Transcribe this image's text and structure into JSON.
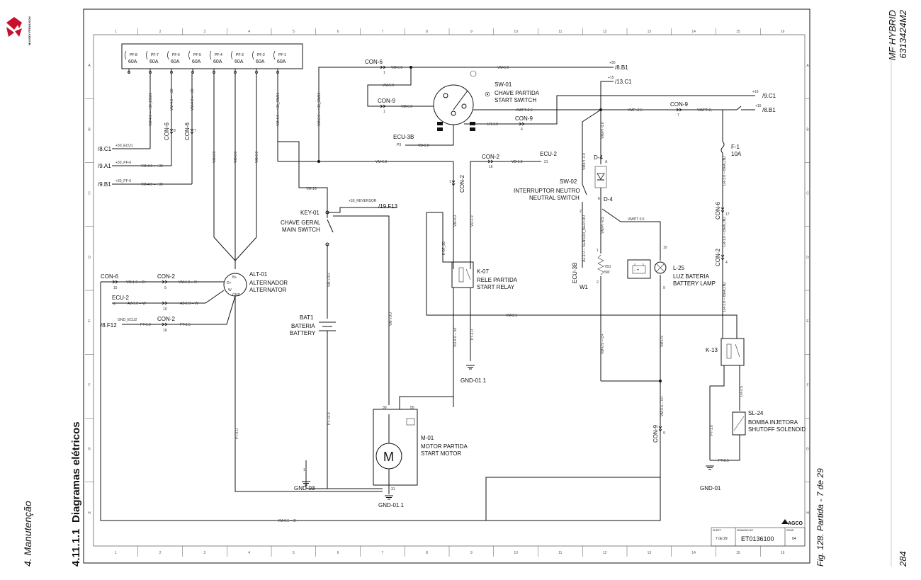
{
  "page": {
    "chapter": "4. Manutenção",
    "section_number": "4.11.1.1",
    "section_title": "Diagramas elétricos",
    "model": "MF HYBRID",
    "part_number": "6313424M2",
    "caption": "Fig. 128.  Partida - 7 de 29",
    "page_number": "284",
    "logo_text": "MASSEY FERGUSON"
  },
  "titleblock": {
    "brand": "AGCO",
    "sheet_label": "SHEET",
    "sheet_value": "7 de 29",
    "drawing_no_label": "DRAWING NO",
    "drawing_no": "ET0136100",
    "issue_label": "ISSUE",
    "issue": "04"
  },
  "grid": {
    "columns": [
      "1",
      "2",
      "3",
      "4",
      "5",
      "6",
      "7",
      "8",
      "9",
      "10",
      "11",
      "12",
      "13",
      "14",
      "15",
      "16"
    ],
    "rows": [
      "A",
      "B",
      "C",
      "D",
      "E",
      "F",
      "G",
      "H"
    ]
  },
  "fuses": [
    {
      "id": "PF-8",
      "rating": "60A"
    },
    {
      "id": "PF-7",
      "rating": "60A"
    },
    {
      "id": "PF-6",
      "rating": "60A"
    },
    {
      "id": "PF-5",
      "rating": "60A"
    },
    {
      "id": "PF-4",
      "rating": "60A"
    },
    {
      "id": "PF-3",
      "rating": "60A"
    },
    {
      "id": "PF-2",
      "rating": "60A"
    },
    {
      "id": "PF-1",
      "rating": "60A"
    }
  ],
  "components": {
    "sw01": {
      "id": "SW-01",
      "name_pt": "CHAVE PARTIDA",
      "name_en": "START SWITCH"
    },
    "ecu3b": {
      "id": "ECU-3B",
      "pin": "P3"
    },
    "ecu2": {
      "id": "ECU-2",
      "pin": "21"
    },
    "key01": {
      "id": "KEY-01",
      "name_pt": "CHAVE GERAL",
      "name_en": "MAIN SWITCH",
      "ref": "+30_REVERSOR",
      "ref_target": "/19.F13"
    },
    "alt01": {
      "id": "ALT-01",
      "name_pt": "ALTERNADOR",
      "name_en": "ALTERNATOR",
      "b": "B+",
      "d": "D+",
      "w": "W",
      "gnd": "GND"
    },
    "bat1": {
      "id": "BAT1",
      "name_pt": "BATERIA",
      "name_en": "BATTERY"
    },
    "k07": {
      "id": "K-07",
      "name_pt": "RELE PARTIDA",
      "name_en": "START RELAY",
      "wire": "K-07_30"
    },
    "sw02": {
      "id": "SW-02",
      "name_pt": "INTERRUPTOR NEUTRO",
      "name_en": "NEUTRAL SWITCH"
    },
    "d4": {
      "id": "D-4",
      "a": "A",
      "k": "K"
    },
    "l25": {
      "id": "L-25",
      "name_pt": "LUZ BATERIA",
      "name_en": "BATTERY LAMP",
      "pin_top": "10",
      "pin_bot": "9"
    },
    "f1": {
      "id": "F-1",
      "rating": "10A"
    },
    "k13": {
      "id": "K-13"
    },
    "sl24": {
      "id": "SL-24",
      "name_pt": "BOMBA INJETORA",
      "name_en": "SHUTOFF SOLENOID"
    },
    "m01": {
      "id": "M-01",
      "name_pt": "MOTOR PARTIDA",
      "name_en": "START MOTOR",
      "symbol": "M",
      "t30": "30",
      "t50": "50",
      "t31": "31"
    },
    "resistor": {
      "value": "75Ω",
      "power": "5W"
    },
    "ecu3b_w1": {
      "id": "ECU-3B",
      "pin": "W1"
    }
  },
  "grounds": {
    "gnd03": "GND-03",
    "gnd011a": "GND-01.1",
    "gnd011b": "GND-01.1",
    "gnd01": "GND-01"
  },
  "connectors": {
    "con6_top": "CON-6",
    "con6_top_pin": "1",
    "con9_a": "CON-9",
    "con9_a_pin": "1",
    "con9_b": "CON-9",
    "con9_b_pin": "4",
    "con9_c": "CON-9",
    "con9_c_pin": "7",
    "con2_a": "CON-2",
    "con2_a_pin": "16",
    "con2_b": "CON-2",
    "con2_b_pin": "1",
    "con6_l1": "CON-6",
    "con6_l1_pin": "8",
    "con6_l2": "CON-6",
    "con6_l2_pin": "7",
    "con6_alt": "CON-6",
    "con6_alt_pin": "15",
    "con2_alt1": "CON-2",
    "con2_alt1_pin": "9",
    "ecu2_alt": "ECU-2",
    "ecu2_alt_pin": "6",
    "con2_alt2_pin": "10",
    "con2_alt3": "CON-2",
    "con2_alt3_pin": "18",
    "ecu3b_neutral": "ECU-3B",
    "con9_d": "CON-9",
    "con9_d_pin": "9",
    "con6_right": "CON-6",
    "con6_right_pin": "17",
    "con2_right": "CON-2",
    "con2_right_pin": "4"
  },
  "refs": {
    "r_8b1_top": "/8.B1",
    "r_8b1_top_v": "+30",
    "r_13c1": "/13.C1",
    "r_13c1_v": "+15",
    "r_9c1": "/9.C1",
    "r_9c1_v": "+19",
    "r_8b1_right": "/8.B1",
    "r_8b1_right_v": "+15",
    "r_8c1": "/8.C1",
    "r_8c1_v": "+30_ECU1",
    "r_9a1": "/9.A1",
    "r_9a1_v": "+30_PF-6",
    "r_9b1": "/9.B1",
    "r_9b1_v": "+30_PF-5",
    "r_8f12": "/8.F12",
    "r_8f12_v": "GND_ECU2"
  },
  "wires": {
    "vm60_1": "VM-6.0",
    "vm60_2": "VM-6.0",
    "vm60_3": "VM-6.0",
    "vm60_4": "VM-6.0",
    "vm60_5": "VM-6.0",
    "vmpt25_a": "VM/PT-2.5",
    "vmpt25_b": "VMP -2.5",
    "vmpt2": "VM/PT-2,",
    "lr10_a": "LR-1.0",
    "vd10_a": "VD-1.0",
    "vd10_b": "VD-1.0",
    "vm16": "VM-16",
    "vm25": "VM-2.5",
    "vm40_ecu1": "VM-4.0 -- +30_ECU1",
    "vm40_30a": "VM-4.0 -- +30",
    "vm40_30b": "VM-4.0 -- +30",
    "vm80_a": "VM-8.0",
    "vm80_b": "VM-8.0",
    "vm60_v": "VM-6.0",
    "vm40_sw01": "VM-4.0 -- +30_SW01",
    "vm60_sw01": "VM-6.0 -- +30_SW01",
    "vm40_h1": "VM-4.0 -- +30",
    "vm40_h2": "VM-4.0 -- +30",
    "vm10_d": "VM-1.0 -- D+",
    "vm10_d2": "VM-1.0 -- D+",
    "az10_w": "AZ-1.0 -- W",
    "az10_w2": "AZ-1.0 -- W",
    "pt10": "PT-1.0",
    "pt15": "PT-1.5",
    "vm700": "VM-70.0",
    "vm700_b": "VM-70.0",
    "pt700": "PT-70.0",
    "pt60": "PT-6.0",
    "vm40_k07": "VM-4.0",
    "vd10_k07": "VD-1.0",
    "vd40_50": "VD-4.0 -- 50",
    "pt10_k07": "PT-1.0",
    "vmpt10": "VM/PT-1.0",
    "vmpt10_b": "VM/PT-1.0",
    "vmpt05": "VM/PT 0.5",
    "vmpt05_b": "VM/PT-0.5",
    "az10_neutro": "AZ-1.0 -- SENSOR_NEUTRO",
    "vm05_d": "VM-0.5 -- D+",
    "vm05": "VM-0.5",
    "vm05_d2": "VM-0.5 -- D+",
    "vm05_bottom": "VM-0.5 -- D+",
    "lr10_bra": "LR-1.0 -- BRA_INJ",
    "lr10_bra2": "LR-1.0 -- BRA_INJ",
    "lr10_bra3": "LR-1.0 -- BRA_INJ",
    "lr25": "LR-2.5",
    "pt10_r": "PT-1.0",
    "pt25": "PT-2.5"
  }
}
